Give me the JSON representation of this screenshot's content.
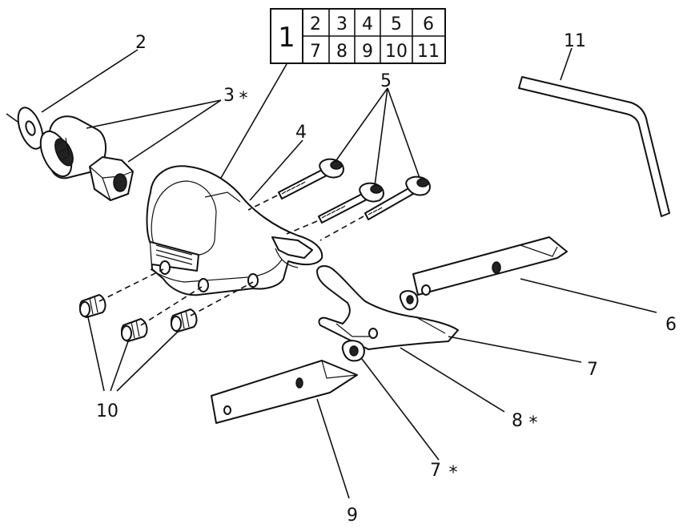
{
  "index_table": {
    "main": "1",
    "top_row": [
      "2",
      "3",
      "4",
      "5",
      "6"
    ],
    "bottom_row": [
      "7",
      "8",
      "9",
      "10",
      "11"
    ]
  },
  "callouts": {
    "c2": "2",
    "c3": "3",
    "c3_mark": "*",
    "c4": "4",
    "c5": "5",
    "c6": "6",
    "c7": "7",
    "c7b": "7",
    "c7b_mark": "*",
    "c8": "8",
    "c8_mark": "*",
    "c9": "9",
    "c10": "10",
    "c11": "11"
  }
}
